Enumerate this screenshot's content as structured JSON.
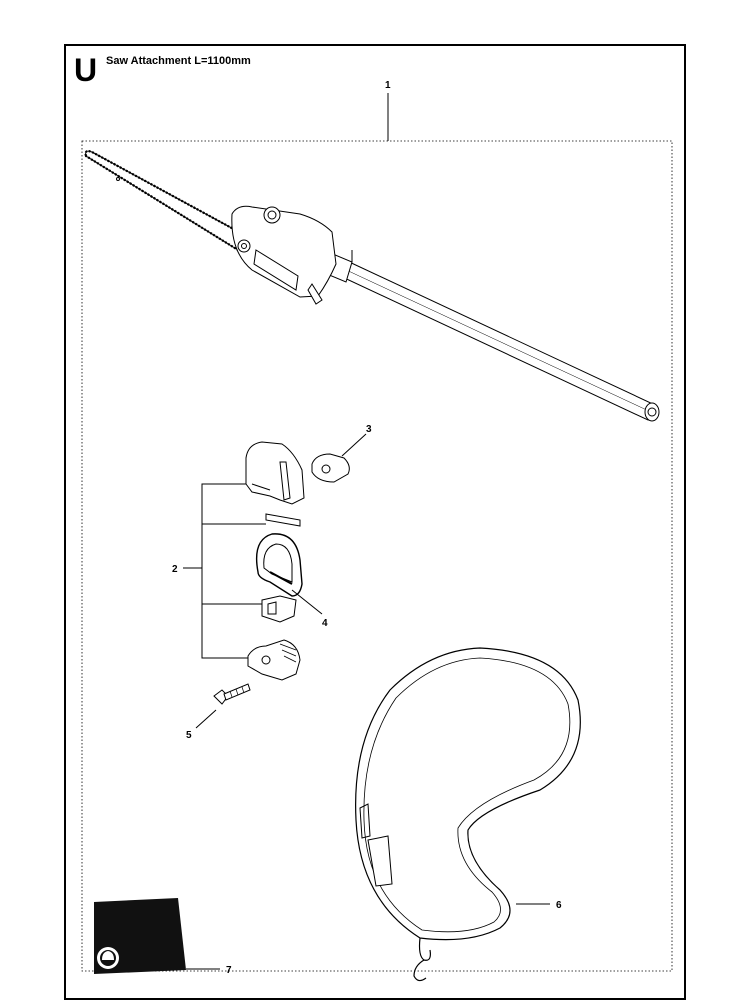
{
  "section": {
    "letter": "U",
    "title": "Saw Attachment L=1100mm"
  },
  "callouts": [
    "1",
    "2",
    "3",
    "4",
    "5",
    "6",
    "7"
  ],
  "icons": {
    "manual": "safety-manual-icon",
    "helmet": "helmet-icon"
  },
  "colors": {
    "ink": "#000000",
    "paper": "#ffffff",
    "booklet": "#111111"
  }
}
